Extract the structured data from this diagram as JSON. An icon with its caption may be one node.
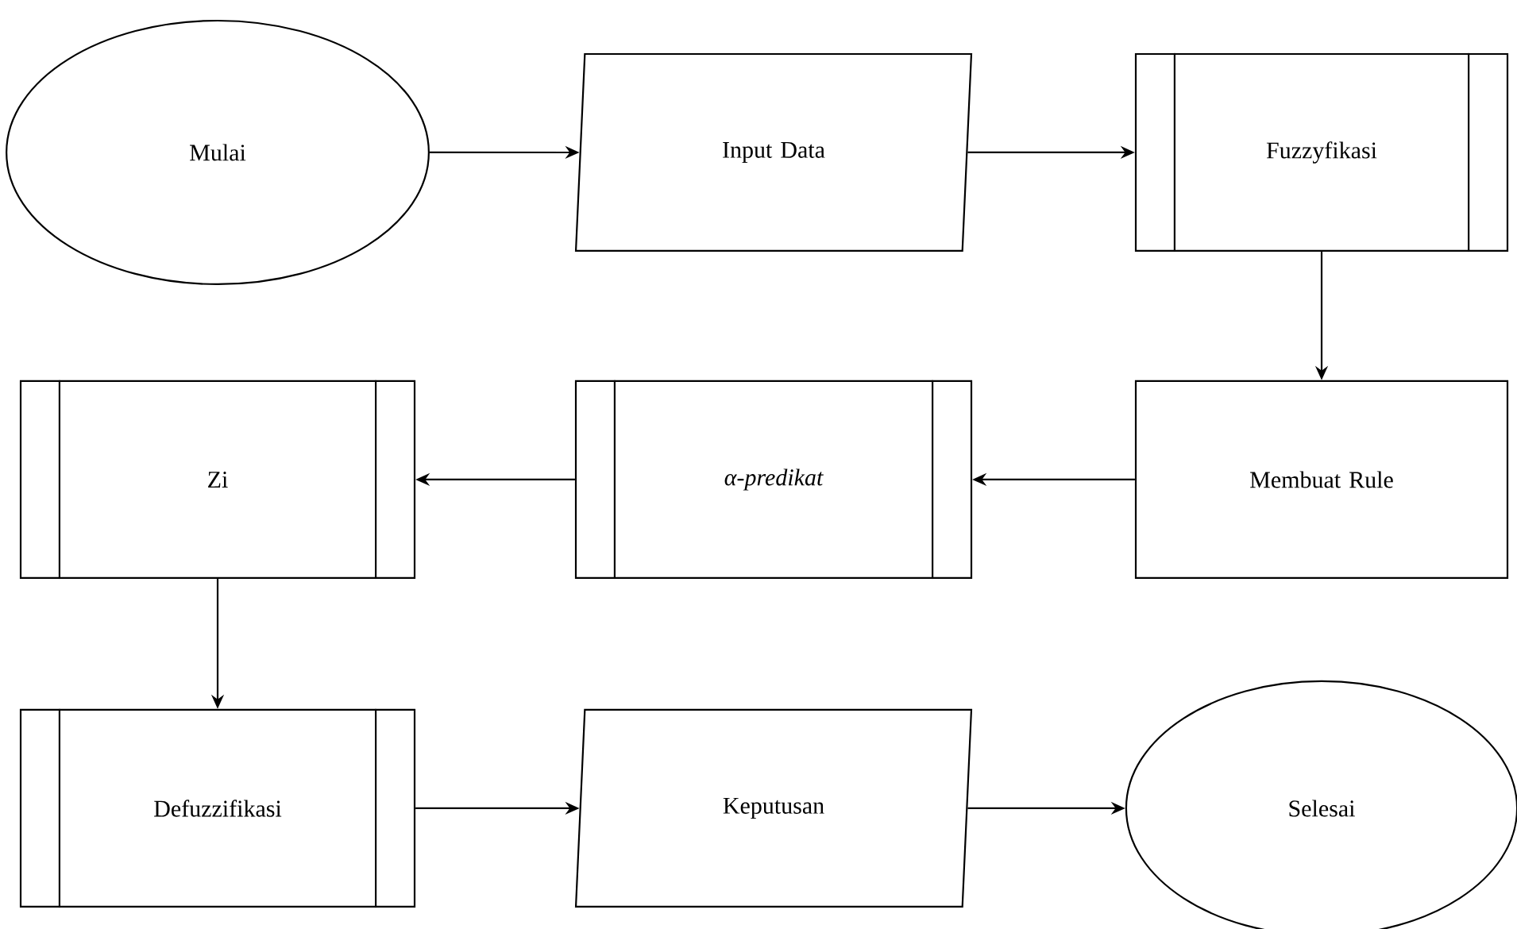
{
  "diagram": {
    "nodes": [
      {
        "text": [
          "Mulai"
        ]
      },
      {
        "text": [
          "Input Data"
        ]
      },
      {
        "text": [
          "Fuzzyfikasi"
        ]
      },
      {
        "text": [
          "Membuat Rule"
        ]
      },
      {
        "text": [
          "α-predikat"
        ]
      },
      {
        "text": [
          "Zi"
        ]
      },
      {
        "text": [
          "Defuzzifikasi"
        ]
      },
      {
        "text": [
          "Keputusan"
        ]
      },
      {
        "text": [
          "Selesai"
        ]
      }
    ],
    "edges": [
      {
        "from": 0,
        "to": 1,
        "arrow": "to"
      },
      {
        "from": 1,
        "to": 2,
        "arrow": "to"
      },
      {
        "from": 2,
        "to": 3,
        "arrow": "to"
      },
      {
        "from": 3,
        "to": 4,
        "arrow": "to"
      },
      {
        "from": 4,
        "to": 5,
        "arrow": "to"
      },
      {
        "from": 5,
        "to": 6,
        "arrow": "to"
      },
      {
        "from": 6,
        "to": 7,
        "arrow": "to"
      },
      {
        "from": 7,
        "to": 8,
        "arrow": "to"
      }
    ]
  }
}
